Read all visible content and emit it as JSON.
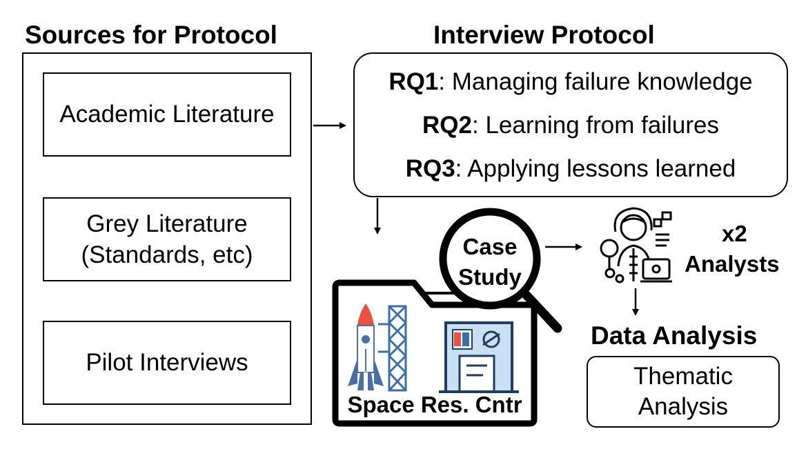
{
  "sources": {
    "heading": "Sources for Protocol",
    "items": [
      {
        "label_line1": "Academic Literature",
        "label_line2": ""
      },
      {
        "label_line1": "Grey Literature",
        "label_line2": "(Standards, etc)"
      },
      {
        "label_line1": "Pilot Interviews",
        "label_line2": ""
      }
    ]
  },
  "protocol": {
    "heading": "Interview Protocol",
    "questions": [
      {
        "id": "RQ1",
        "text": ": Managing failure knowledge"
      },
      {
        "id": "RQ2",
        "text": ": Learning from failures"
      },
      {
        "id": "RQ3",
        "text": ": Applying lessons learned"
      }
    ]
  },
  "case_study": {
    "line1": "Case",
    "line2": "Study",
    "folder_label": "Space Res. Cntr"
  },
  "analysts": {
    "count": "x2",
    "label": "Analysts"
  },
  "data_analysis": {
    "heading": "Data Analysis",
    "box_line1": "Thematic",
    "box_line2": "Analysis"
  },
  "colors": {
    "rocket_red": "#e8523f",
    "rocket_blue": "#4a6fa5",
    "tower_blue": "#3b6ea8",
    "building_blue": "#c9dff3",
    "line": "#000000"
  },
  "icons": {
    "magnifier": "magnifier-icon",
    "analyst": "analyst-icon",
    "rocket": "rocket-icon",
    "tower": "launch-tower-icon",
    "building": "building-icon"
  }
}
